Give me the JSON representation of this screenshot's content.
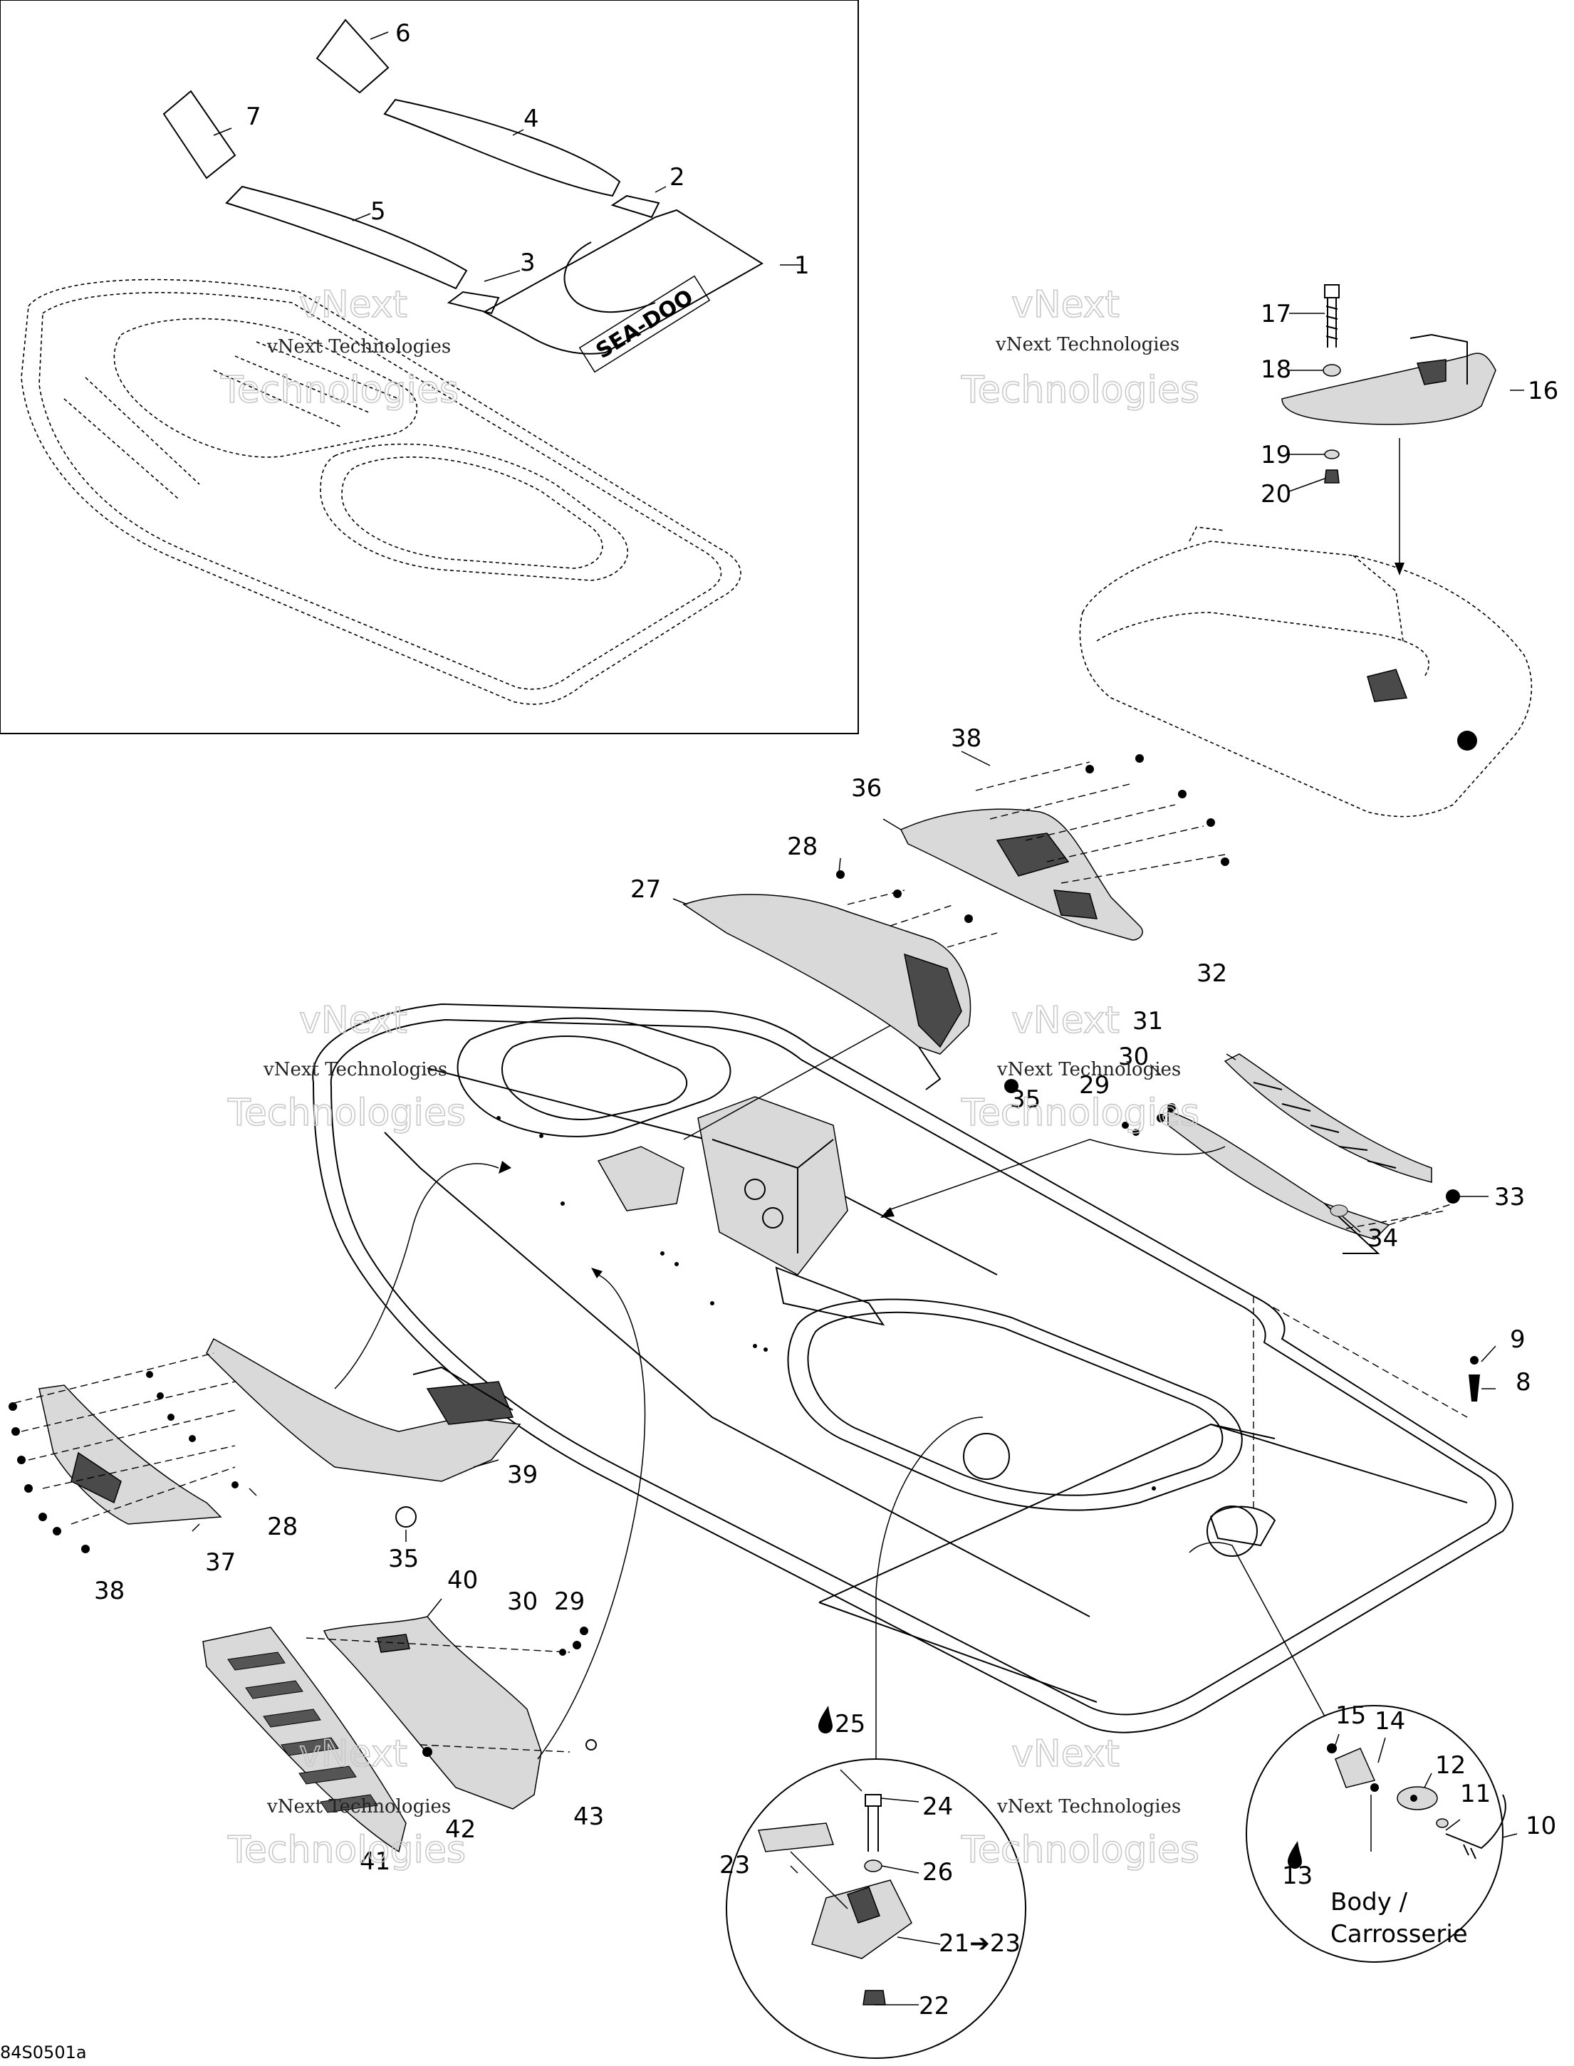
{
  "diagram": {
    "drawing_code": "84S0501a",
    "watermark": {
      "line1": "vNext Technologies",
      "line2": "vNext",
      "line3": "Technologies"
    },
    "callouts": {
      "c1": "1",
      "c2": "2",
      "c3": "3",
      "c4": "4",
      "c5": "5",
      "c6": "6",
      "c7": "7",
      "c8": "8",
      "c9": "9",
      "c10": "10",
      "c11": "11",
      "c12": "12",
      "c13": "13",
      "c14": "14",
      "c15": "15",
      "c16": "16",
      "c17": "17",
      "c18": "18",
      "c19": "19",
      "c20": "20",
      "c21_23": "21➔23",
      "c22": "22",
      "c23": "23",
      "c24": "24",
      "c25": "25",
      "c26": "26",
      "c27": "27",
      "c28a": "28",
      "c28b": "28",
      "c29a": "29",
      "c29b": "29",
      "c30a": "30",
      "c30b": "30",
      "c31": "31",
      "c32": "32",
      "c33": "33",
      "c34": "34",
      "c35a": "35",
      "c35b": "35",
      "c36": "36",
      "c37": "37",
      "c38a": "38",
      "c38b": "38",
      "c39": "39",
      "c40": "40",
      "c41": "41",
      "c42": "42",
      "c43": "43"
    },
    "body_label_line1": "Body /",
    "body_label_line2": "Carrosserie",
    "decal_logo": "SEA-DOO",
    "icons": [
      "loctite-drop-icon"
    ]
  }
}
